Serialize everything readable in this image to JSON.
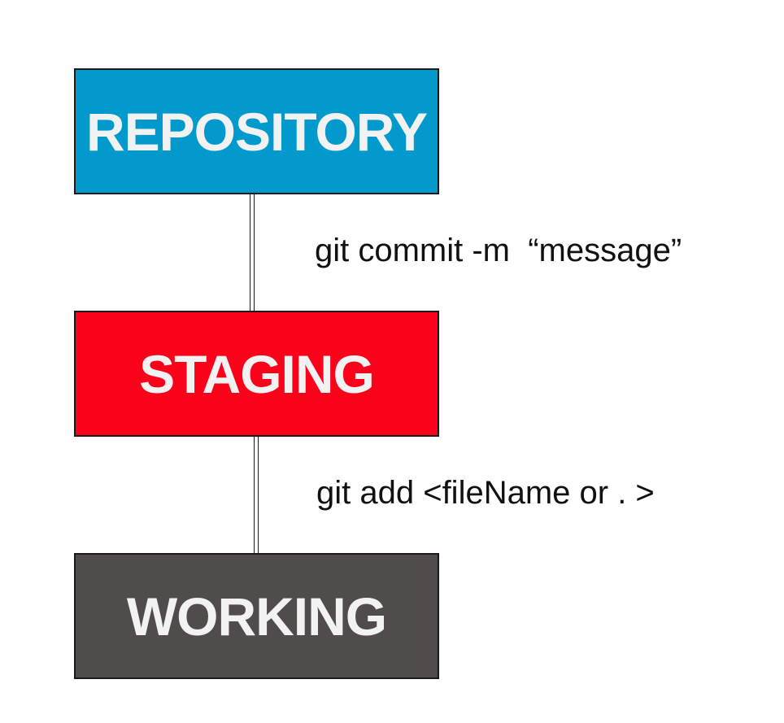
{
  "boxes": {
    "repository": {
      "label": "REPOSITORY",
      "color": "#0299cc"
    },
    "staging": {
      "label": "STAGING",
      "color": "#fb021b"
    },
    "working": {
      "label": "WORKING",
      "color": "#4f4c4b"
    }
  },
  "commands": {
    "commit": "git commit -m  “message”",
    "add": "git add <fileName or . >"
  }
}
